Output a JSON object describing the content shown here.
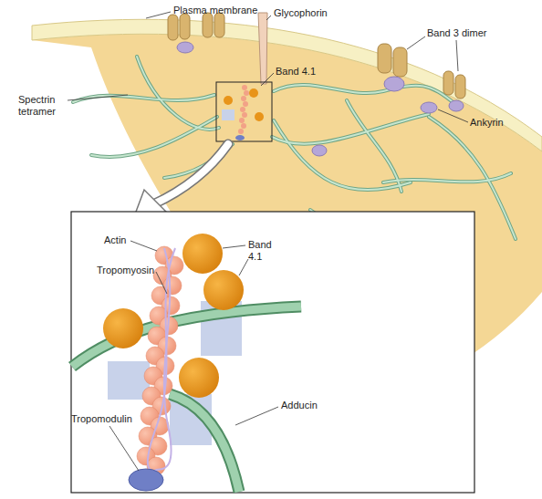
{
  "diagram": {
    "labels": [
      "Plasma membrane",
      "Glycophorin",
      "Band 3 dimer",
      "Band 4.1",
      "Ankyrin",
      "Spectrin tetramer",
      "Actin",
      "Band 4.1",
      "Tropomyosin",
      "Tropomodulin",
      "Adducin"
    ]
  }
}
